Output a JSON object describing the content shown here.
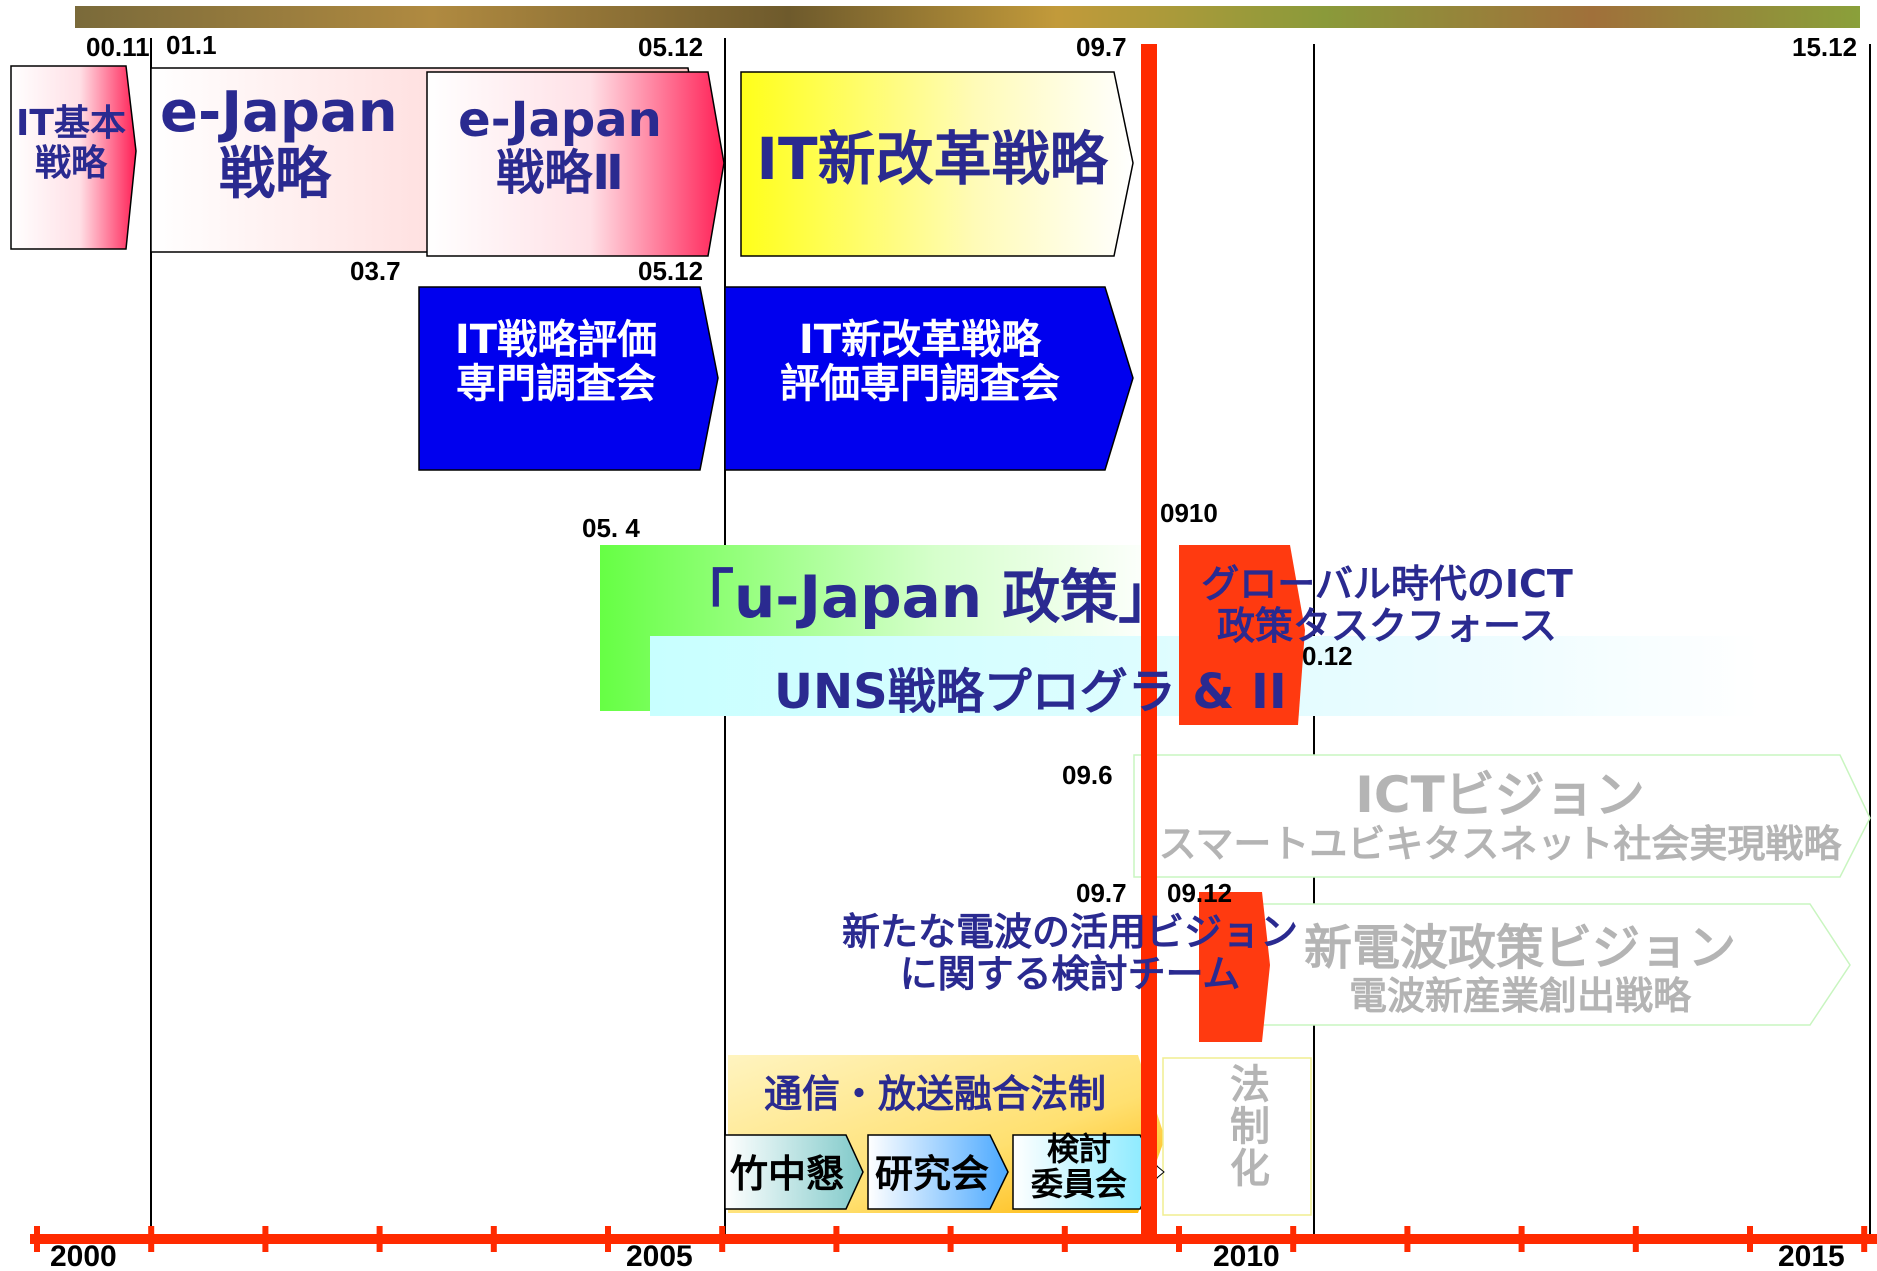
{
  "date_labels": {
    "d0011": "00.11",
    "d011": "01.1",
    "d0512_top": "05.12",
    "d097_top": "09.7",
    "d1512": "15.12",
    "d037": "03.7",
    "d0512_mid": "05.12",
    "d054": "05. 4",
    "d0910": "0910",
    "d0912_u": "0.12",
    "d096": "09.6",
    "d097_low": "09.7",
    "d0912_low": "09.12"
  },
  "years": {
    "y2000": "2000",
    "y2005": "2005",
    "y2010": "2010",
    "y2015": "2015"
  },
  "blocks": {
    "it_kihon": "IT基本\n戦略",
    "ejapan": "e-Japan\n戦略",
    "ejapan2": "e-Japan\n戦略Ⅱ",
    "it_shinkaikaku": "IT新改革戦略",
    "it_hyoka": "IT戦略評価\n専門調査会",
    "it_shinkaikaku_hyoka": "IT新改革戦略\n評価専門調査会",
    "ujapan": "「u-Japan 政策」",
    "uns": "UNS戦略プログラ  & II",
    "global_ict": "グローバル時代のICT\n政策タスクフォース",
    "ict_vision": "ICTビジョン",
    "smart_ubiquitous": "スマートユビキタスネット社会実現戦略",
    "denpa_team": "新たな電波の活用ビジョン\nに関する検討チーム",
    "shin_denpa": "新電波政策ビジョン",
    "denpa_shinsangyo": "電波新産業創出戦略",
    "tsushin_hoso": "通信・放送融合法制",
    "takenaka": "竹中懇",
    "kenkyukai": "研究会",
    "kento_iinkai": "検討\n委員会",
    "hoseika": "法\n制\n化"
  },
  "colors": {
    "timeline_red": "#ff2a00",
    "navy_text": "#2a2a90",
    "blue_block": "#0000ee",
    "orange_block": "#ff3a10",
    "green_block": "#66ff44",
    "grey_text": "#b4b4b4"
  }
}
